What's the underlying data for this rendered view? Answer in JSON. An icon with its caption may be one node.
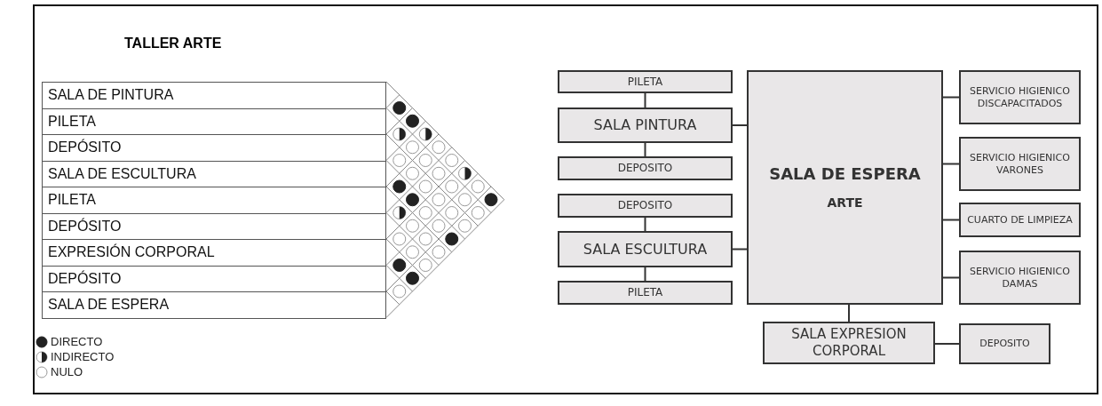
{
  "diagram": {
    "title": "TALLER ARTE",
    "nodes": [
      {
        "text": [
          "SALA DE PINTURA"
        ]
      },
      {
        "text": [
          "PILETA"
        ]
      },
      {
        "text": [
          "DEPÓSITO"
        ]
      },
      {
        "text": [
          "SALA DE ESCULTURA"
        ]
      },
      {
        "text": [
          "PILETA"
        ]
      },
      {
        "text": [
          "DEPÓSITO"
        ]
      },
      {
        "text": [
          "EXPRESIÓN CORPORAL"
        ]
      },
      {
        "text": [
          "DEPÓSITO"
        ]
      },
      {
        "text": [
          "SALA DE ESPERA"
        ]
      },
      {
        "text": [
          "PILETA"
        ]
      },
      {
        "text": [
          "SALA PINTURA"
        ]
      },
      {
        "text": [
          "DEPOSITO"
        ]
      },
      {
        "text": [
          "DEPOSITO"
        ]
      },
      {
        "text": [
          "SALA ESCULTURA"
        ]
      },
      {
        "text": [
          "PILETA"
        ]
      },
      {
        "text": [
          "SALA DE ESPERA",
          "ARTE"
        ]
      },
      {
        "text": [
          "SERVICIO HIGIENICO DISCAPACITADOS"
        ]
      },
      {
        "text": [
          "SERVICIO HIGIENICO VARONES"
        ]
      },
      {
        "text": [
          "CUARTO DE LIMPIEZA"
        ]
      },
      {
        "text": [
          "SERVICIO HIGIENICO DAMAS"
        ]
      },
      {
        "text": [
          "SALA EXPRESION CORPORAL"
        ]
      },
      {
        "text": [
          "DEPOSITO"
        ]
      }
    ],
    "edges": [
      {
        "from": 9,
        "to": 10,
        "arrow": "none"
      },
      {
        "from": 10,
        "to": 11,
        "arrow": "none"
      },
      {
        "from": 12,
        "to": 13,
        "arrow": "none"
      },
      {
        "from": 13,
        "to": 14,
        "arrow": "none"
      },
      {
        "from": 10,
        "to": 15,
        "arrow": "none"
      },
      {
        "from": 13,
        "to": 15,
        "arrow": "none"
      },
      {
        "from": 15,
        "to": 16,
        "arrow": "none"
      },
      {
        "from": 15,
        "to": 17,
        "arrow": "none"
      },
      {
        "from": 15,
        "to": 18,
        "arrow": "none"
      },
      {
        "from": 15,
        "to": 19,
        "arrow": "none"
      },
      {
        "from": 15,
        "to": 20,
        "arrow": "none"
      },
      {
        "from": 20,
        "to": 21,
        "arrow": "none"
      }
    ],
    "legend": [
      {
        "text": "DIRECTO"
      },
      {
        "text": "INDIRECTO"
      },
      {
        "text": "NULO"
      }
    ]
  }
}
